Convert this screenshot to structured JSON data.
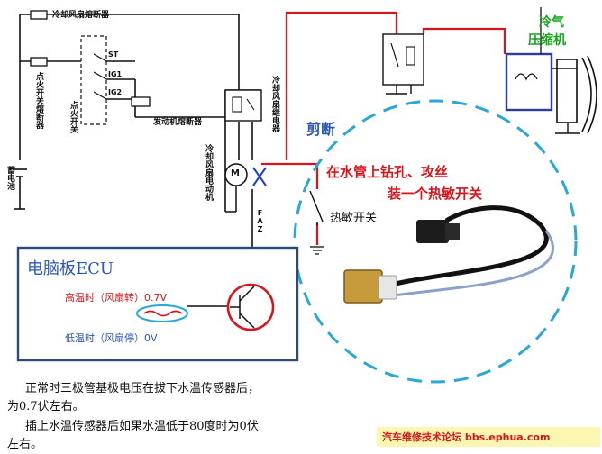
{
  "labels": {
    "cooling_fan_fuse": "冷却风扇熔断器",
    "ignition_switch_fuse": "点火开关熔断器",
    "battery": "蓄电池",
    "ignition_switch": "点火开关",
    "st": "ST",
    "ig1": "IG1",
    "ig2": "IG2",
    "engine_fuse": "发动机熔断器",
    "fan_relay": "冷却风扇继电器",
    "fan_motor": "冷却风扇电动机",
    "motor_m": "M",
    "faz": "FAZ",
    "cut": "剪断",
    "drill_line1": "在水管上钻孔、攻丝",
    "drill_line2": "装一个热敏开关",
    "thermo_switch": "热敏开关",
    "ac_compressor_line1": "冷气",
    "ac_compressor_line2": "压缩机",
    "ecu_title": "电脑板ECU",
    "high_temp": "高温时（风扇转）0.7V",
    "low_temp": "低温时（风扇停）0V"
  },
  "notes": {
    "note1_line1": "正常时三极管基极电压在拔下水温传感器后，",
    "note1_line2": "为0.7伏左右。",
    "note2_line1": "插上水温传感器后如果水温低于80度时为0伏",
    "note2_line2": "左右。"
  },
  "footer": {
    "watermark": "汽车维修技术论坛 bbs.ephua.com"
  },
  "colors": {
    "wire_black": "#111111",
    "wire_red": "#d9141b",
    "circle_dash": "#2aa7d8",
    "ecu_border": "#2b4a78",
    "ecu_title": "#2b57b8",
    "red_text": "#d9141b",
    "green_text": "#17a31c",
    "compressor_box": "#2d3aa0",
    "footer_bg": "#fbf6b0",
    "footer_text": "#d9141b"
  }
}
